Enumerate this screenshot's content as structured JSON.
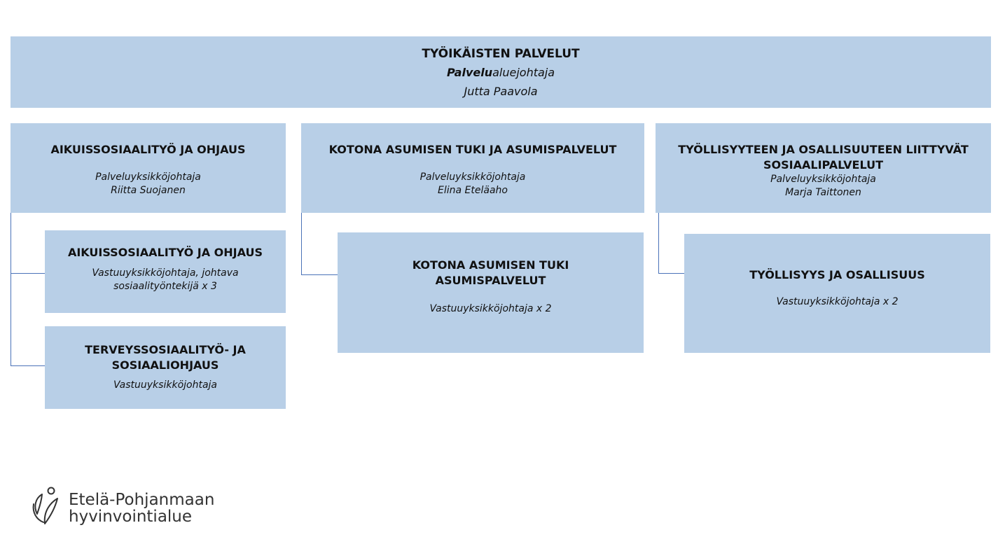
{
  "top": {
    "title": "TYÖIKÄISTEN PALVELUT",
    "role_bold": "Palvelu",
    "role_rest": "aluejohtaja",
    "person": "Jutta Paavola"
  },
  "units": [
    {
      "title": "AIKUISSOSIAALITYÖ JA OHJAUS",
      "role": "Palveluyksikköjohtaja",
      "person": "Riitta Suojanen",
      "subunits": [
        {
          "title": "AIKUISSOSIAALITYÖ JA OHJAUS",
          "lines": [
            "Vastuuyksikköjohtaja, johtava",
            "sosiaalityöntekijä x 3"
          ]
        },
        {
          "title": "TERVEYSSOSIAALITYÖ- JA SOSIAALIOHJAUS",
          "lines": [
            "Vastuuyksikköjohtaja"
          ]
        }
      ]
    },
    {
      "title": "KOTONA ASUMISEN TUKI JA ASUMISPALVELUT",
      "role": "Palveluyksikköjohtaja",
      "person": "Elina Eteläaho",
      "subunits": [
        {
          "title": "KOTONA ASUMISEN TUKI ASUMISPALVELUT",
          "lines": [
            "Vastuuyksikköjohtaja x 2"
          ]
        }
      ]
    },
    {
      "title": "TYÖLLISYYTEEN JA OSALLISUUTEEN LIITTYVÄT SOSIAALIPALVELUT",
      "role": "Palveluyksikköjohtaja",
      "person": "Marja Taittonen",
      "subunits": [
        {
          "title": "TYÖLLISYYS JA OSALLISUUS",
          "lines": [
            "Vastuuyksikköjohtaja x 2"
          ]
        }
      ]
    }
  ],
  "logo": {
    "line1": "Etelä-Pohjanmaan",
    "line2": "hyvinvointialue",
    "icon": "leaf-person-icon"
  },
  "colors": {
    "box": "#b8cfe7",
    "connector": "#4a72b8"
  }
}
